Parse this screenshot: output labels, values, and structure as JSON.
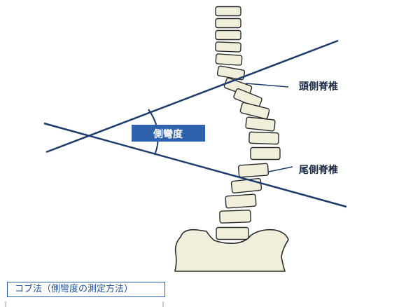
{
  "labels": {
    "angle": "側彎度",
    "upper_vertebra": "頭側脊椎",
    "lower_vertebra": "尾側脊椎"
  },
  "caption": "コブ法（側彎度の測定方法）",
  "colors": {
    "line": "#1d3c6b",
    "angle_fill": "#2e62ad",
    "bone_fill": "#f1eedc",
    "bone_stroke": "#2a2a2a",
    "caption_border": "#2b5fa6",
    "caption_text": "#1f4f96"
  }
}
